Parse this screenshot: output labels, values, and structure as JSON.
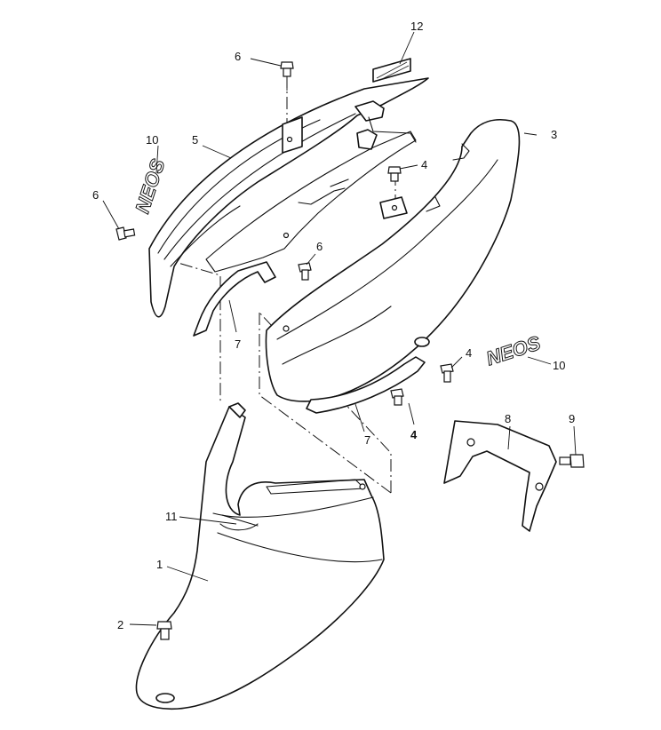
{
  "callouts": {
    "c1": "1",
    "c2": "2",
    "c3": "3",
    "c4a": "4",
    "c4b": "4",
    "c4c": "4",
    "c5": "5",
    "c6a": "6",
    "c6b": "6",
    "c6c": "6",
    "c7a": "7",
    "c7b": "7",
    "c8": "8",
    "c9": "9",
    "c10a": "10",
    "c10b": "10",
    "c11": "11",
    "c12": "12"
  },
  "emblems": {
    "upper": "NEOS",
    "right": "NEOS"
  }
}
